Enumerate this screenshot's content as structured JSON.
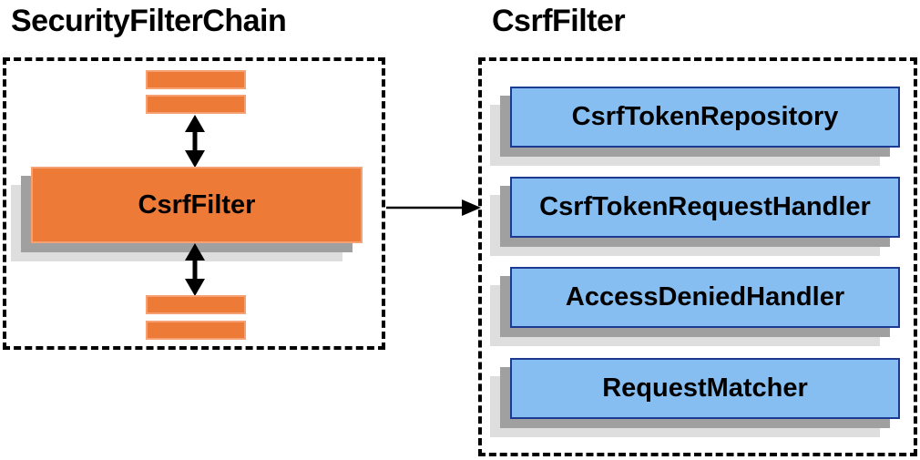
{
  "diagram": {
    "left_panel": {
      "title": "SecurityFilterChain",
      "filter_box_label": "CsrfFilter",
      "placeholder_bars": [
        "other-filter-above-1",
        "other-filter-above-2",
        "other-filter-below-1",
        "other-filter-below-2"
      ]
    },
    "right_panel": {
      "title": "CsrfFilter",
      "components": [
        "CsrfTokenRepository",
        "CsrfTokenRequestHandler",
        "AccessDeniedHandler",
        "RequestMatcher"
      ]
    },
    "colors": {
      "orange_fill": "#EE7A38",
      "orange_border": "#F6A173",
      "blue_fill": "#87BEF2",
      "blue_border": "#1D3A93",
      "shadow_medium": "#A0A0A0",
      "shadow_light": "#DEDEDE",
      "arrow_color": "#000000",
      "text_color": "#000000"
    }
  }
}
